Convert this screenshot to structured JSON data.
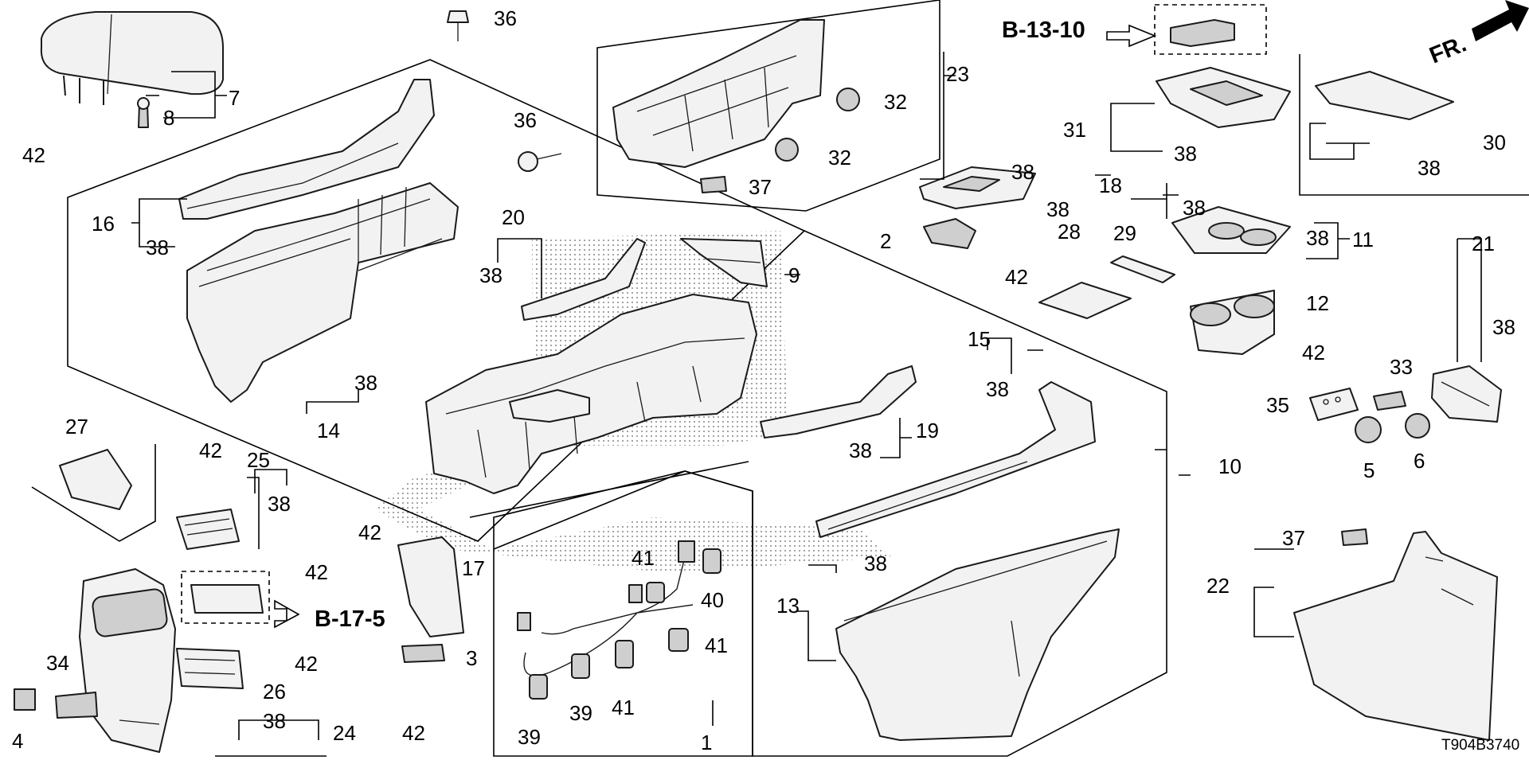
{
  "diagram": {
    "callouts": {
      "c1": "1",
      "c2": "2",
      "c3": "3",
      "c4": "4",
      "c5": "5",
      "c6": "6",
      "c7": "7",
      "c8": "8",
      "c9": "9",
      "c10": "10",
      "c11": "11",
      "c12": "12",
      "c13": "13",
      "c14": "14",
      "c15": "15",
      "c16": "16",
      "c17": "17",
      "c18": "18",
      "c19": "19",
      "c20": "20",
      "c21": "21",
      "c22": "22",
      "c23": "23",
      "c24": "24",
      "c25": "25",
      "c26": "26",
      "c27": "27",
      "c28": "28",
      "c29": "29",
      "c30": "30",
      "c31": "31",
      "c32a": "32",
      "c32b": "32",
      "c33": "33",
      "c34": "34",
      "c35": "35",
      "c36a": "36",
      "c36b": "36",
      "c37a": "37",
      "c37b": "37",
      "c38_1": "38",
      "c38_2": "38",
      "c38_3": "38",
      "c38_4": "38",
      "c38_5": "38",
      "c38_6": "38",
      "c38_7": "38",
      "c38_8": "38",
      "c38_9": "38",
      "c38_10": "38",
      "c38_11": "38",
      "c38_12": "38",
      "c38_13": "38",
      "c38_14": "38",
      "c38_15": "38",
      "c39a": "39",
      "c39b": "39",
      "c40": "40",
      "c41a": "41",
      "c41b": "41",
      "c41c": "41",
      "c42_1": "42",
      "c42_2": "42",
      "c42_3": "42",
      "c42_4": "42",
      "c42_5": "42",
      "c42_6": "42",
      "c42_7": "42",
      "c42_8": "42"
    },
    "refs": {
      "b13": "B-13-10",
      "b17": "B-17-5"
    },
    "front_label": "FR.",
    "drawing_code": "T904B3740"
  }
}
